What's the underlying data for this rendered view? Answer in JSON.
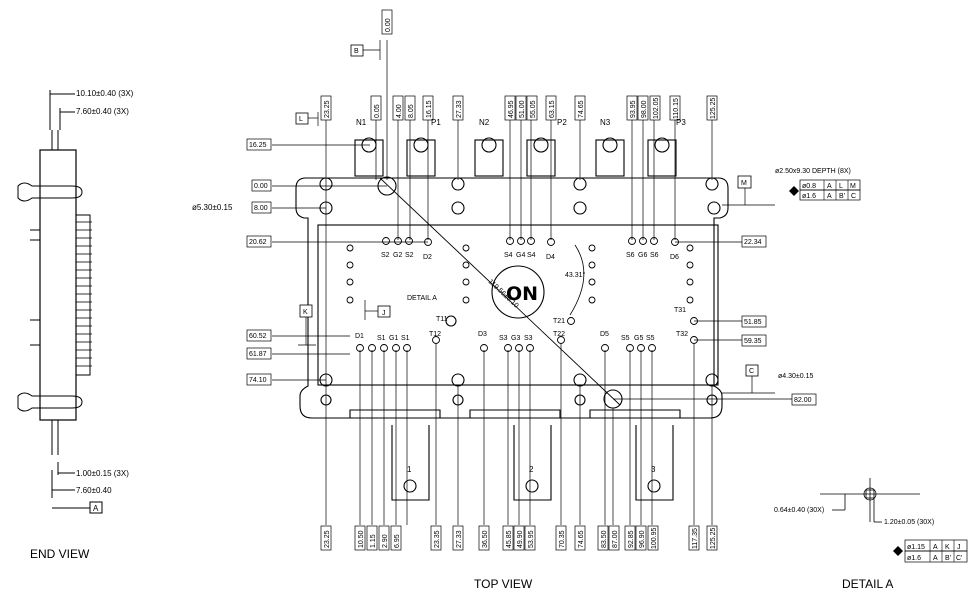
{
  "views": {
    "end_view": "END VIEW",
    "top_view": "TOP VIEW",
    "detail_a": "DETAIL A"
  },
  "end_view": {
    "dims": [
      "10.10±0.40 (3X)",
      "7.60±0.40 (3X)",
      "1.00±0.15 (3X)",
      "7.60±0.40"
    ],
    "datum": "A"
  },
  "top_dims": [
    "0.00",
    "0.05",
    "4.00",
    "8.05",
    "16.15",
    "27.33",
    "46.95",
    "51.00",
    "55.05",
    "63.15",
    "74.65",
    "93.95",
    "98.00",
    "102.05",
    "110.15",
    "125.25",
    "23.25"
  ],
  "left_dims": [
    "16.25",
    "0.00",
    "8.00",
    "20.62",
    "60.52",
    "61.87",
    "74.10"
  ],
  "right_dims": [
    "22.34",
    "51.85",
    "59.35",
    "82.00"
  ],
  "bottom_dims": [
    "23.25",
    "10.50",
    "1.15",
    "2.90",
    "6.95",
    "23.35",
    "27.33",
    "36.50",
    "45.85",
    "49.90",
    "53.95",
    "70.35",
    "74.65",
    "83.50",
    "87.00",
    "92.85",
    "96.90",
    "100.95",
    "117.35",
    "125.25"
  ],
  "terminals_top": [
    "N1",
    "P1",
    "N2",
    "P2",
    "N3",
    "P3"
  ],
  "terminals_bottom": [
    "1",
    "2",
    "3"
  ],
  "pin_labels": {
    "row1": [
      "S2",
      "G2",
      "S2",
      "D2",
      "S4",
      "G4",
      "S4",
      "D4",
      "S6",
      "G6",
      "S6",
      "D6"
    ],
    "row2": [
      "D1",
      "S1",
      "G1",
      "S1",
      "T12",
      "D3",
      "S3",
      "G3",
      "S3",
      "T22",
      "D5",
      "S5",
      "G5",
      "S5",
      "T32"
    ],
    "t_labels": [
      "T11",
      "T21",
      "T31"
    ]
  },
  "datums": {
    "B": "B",
    "L": "L",
    "M": "M",
    "K": "K",
    "J": "J",
    "C": "C"
  },
  "hole_dim": "ø5.30±0.15",
  "diag_dim": "119.56±0.10",
  "angle_dim": "43.31°",
  "detail_label": "DETAIL A",
  "logo": "ON",
  "callout_m": {
    "text": "ø2.50x9.30 DEPTH (8X)",
    "fcf1": [
      "ø0.8",
      "A",
      "L",
      "M"
    ],
    "fcf2": [
      "ø1.6",
      "A",
      "B'",
      "C"
    ]
  },
  "callout_c": "ø4.30±0.15",
  "detail": {
    "dim1": "0.64±0.40 (30X)",
    "dim2": "1.20±0.05 (30X)",
    "fcf1": [
      "ø1.15",
      "A",
      "K",
      "J"
    ],
    "fcf2": [
      "ø1.6",
      "A",
      "B'",
      "C'"
    ]
  }
}
